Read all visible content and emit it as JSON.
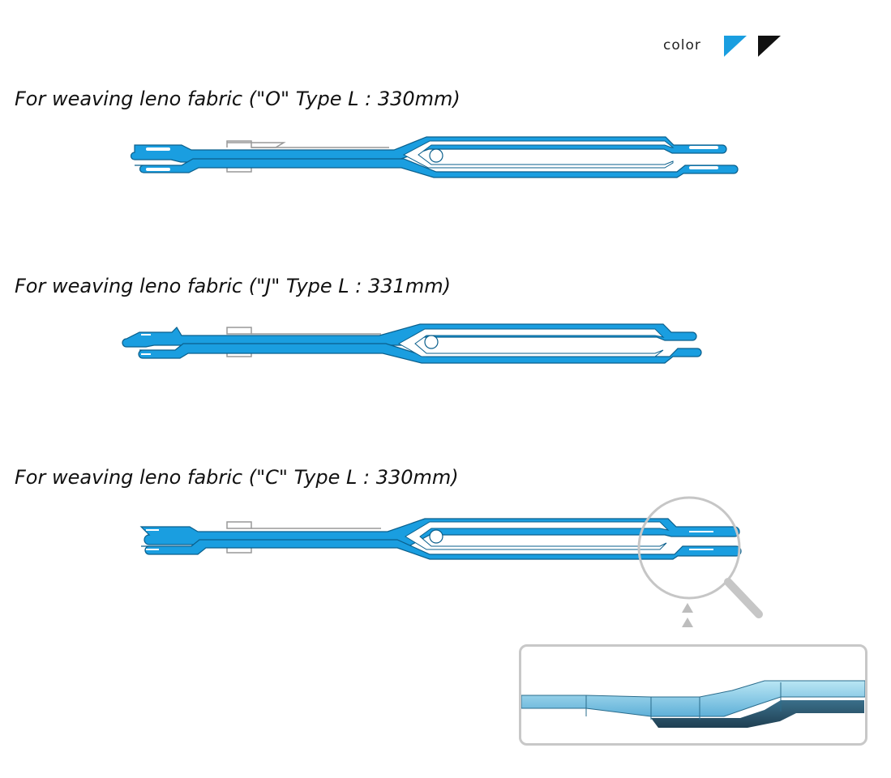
{
  "legend": {
    "label": "color",
    "colors": [
      "#1a9ee0",
      "#111111"
    ]
  },
  "sections": [
    {
      "heading": "For weaving leno fabric (\"O\" Type L : 330mm)"
    },
    {
      "heading": "For weaving leno fabric (\"J\" Type L : 331mm)"
    },
    {
      "heading": "For weaving leno fabric (\"C\" Type L : 330mm)"
    }
  ],
  "icons": {
    "magnifier": "magnifier-icon",
    "arrows": "up-arrows-icon"
  }
}
